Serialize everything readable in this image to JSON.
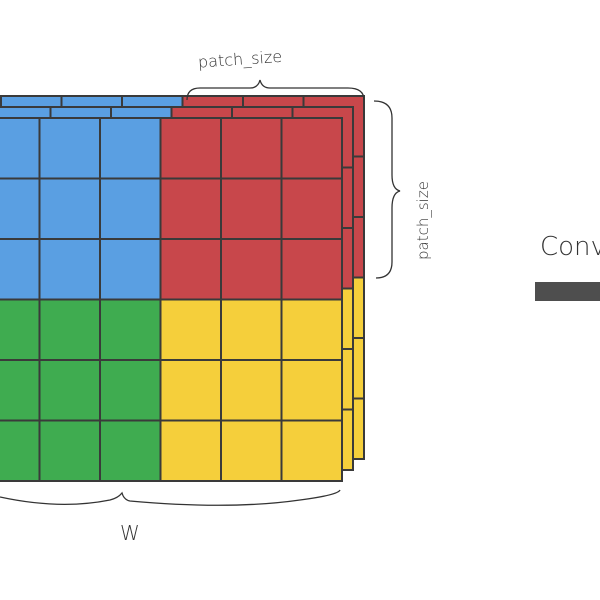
{
  "labels": {
    "top_brace": "patch_size",
    "right_brace": "patch_size",
    "bottom_brace": "W",
    "operation": "Conv"
  },
  "grid": {
    "layers": 3,
    "rows": 6,
    "cols": 6,
    "quadrant_colors": {
      "top_left": "#5a9fe2",
      "top_right": "#c8474b",
      "bottom_left": "#3fac50",
      "bottom_right": "#f5cf3b"
    },
    "line_color": "#3a3a3a"
  },
  "conv_bar_color": "#4e4e4e"
}
